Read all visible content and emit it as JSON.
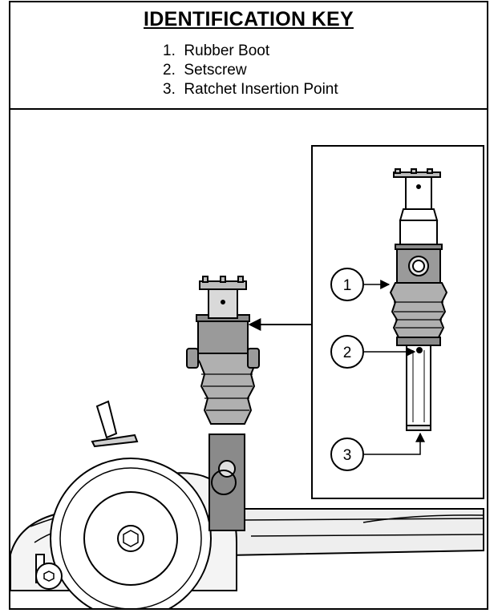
{
  "key": {
    "title": "IDENTIFICATION KEY",
    "items": [
      {
        "number": "1.",
        "label": "Rubber Boot"
      },
      {
        "number": "2.",
        "label": "Setscrew"
      },
      {
        "number": "3.",
        "label": "Ratchet Insertion Point"
      }
    ]
  },
  "callouts": [
    {
      "number": "1"
    },
    {
      "number": "2"
    },
    {
      "number": "3"
    }
  ]
}
